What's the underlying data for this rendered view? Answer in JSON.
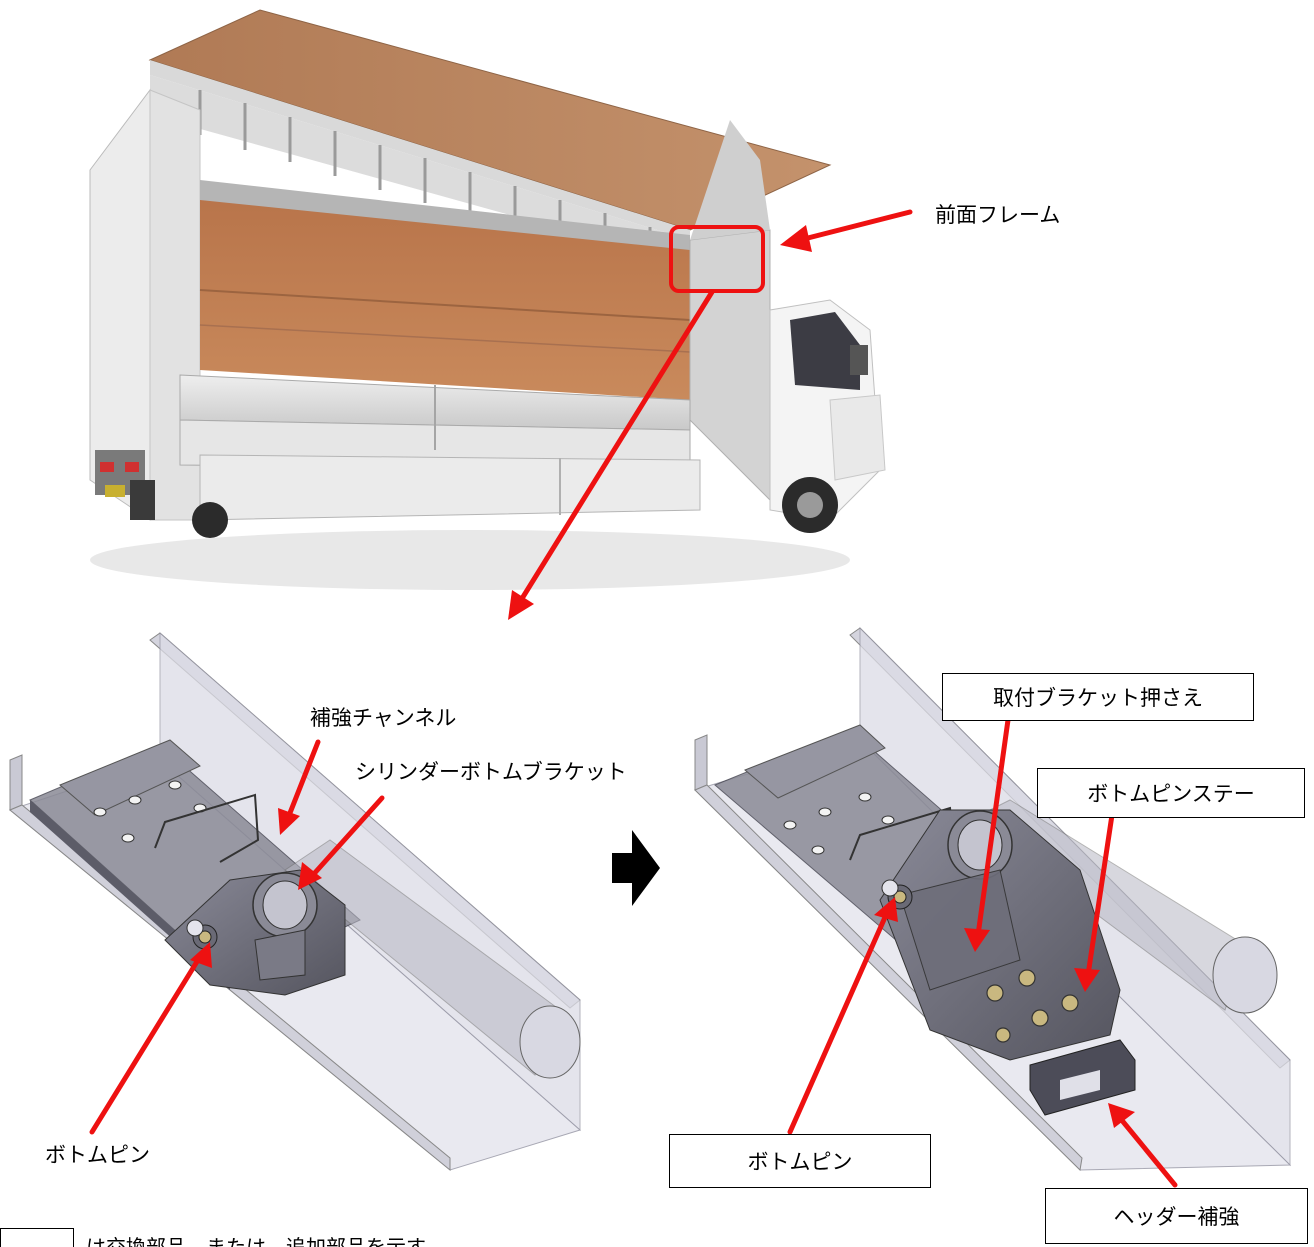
{
  "top_labels": {
    "front_frame": "前面フレーム"
  },
  "left_diagram": {
    "reinforcement_channel": "補強チャンネル",
    "cylinder_bottom_bracket": "シリンダーボトムブラケット",
    "bottom_pin": "ボトムピン"
  },
  "right_diagram": {
    "mounting_bracket_holder": "取付ブラケット押さえ",
    "bottom_pin_stay": "ボトムピンステー",
    "bottom_pin": "ボトムピン",
    "header_reinforcement": "ヘッダー補強"
  },
  "legend": {
    "text": "は交換部品、または、追加部品を示す"
  },
  "colors": {
    "arrow": "#ee1111",
    "highlight_box": "#ee1111",
    "part_gray": "#6e6e80",
    "transparent_panel": "#c8c8d4"
  },
  "icons": {
    "transition_arrow": "right-arrow-icon"
  }
}
